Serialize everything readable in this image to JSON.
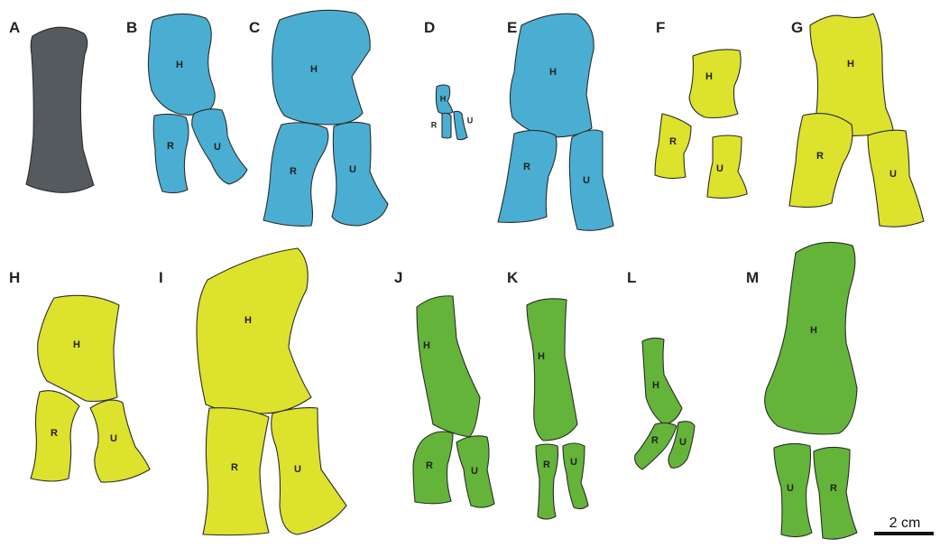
{
  "colors": {
    "grey": "#555a5e",
    "blue": "#4aaed2",
    "yellow": "#dde22d",
    "green": "#64b43a"
  },
  "labels": {
    "humerus": "H",
    "radius": "R",
    "ulna": "U"
  },
  "panels": [
    {
      "letter": "A",
      "color": "grey"
    },
    {
      "letter": "B",
      "color": "blue"
    },
    {
      "letter": "C",
      "color": "blue"
    },
    {
      "letter": "D",
      "color": "blue"
    },
    {
      "letter": "E",
      "color": "blue"
    },
    {
      "letter": "F",
      "color": "yellow"
    },
    {
      "letter": "G",
      "color": "yellow"
    },
    {
      "letter": "H",
      "color": "yellow"
    },
    {
      "letter": "I",
      "color": "yellow"
    },
    {
      "letter": "J",
      "color": "green"
    },
    {
      "letter": "K",
      "color": "green"
    },
    {
      "letter": "L",
      "color": "green"
    },
    {
      "letter": "M",
      "color": "green"
    }
  ],
  "scale_bar": {
    "label": "2 cm"
  }
}
